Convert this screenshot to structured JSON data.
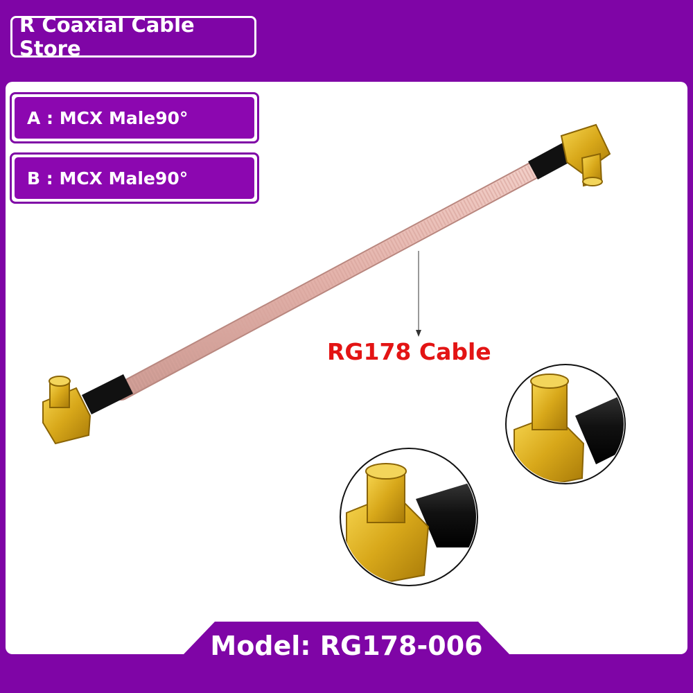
{
  "store": {
    "name": "R Coaxial Cable Store"
  },
  "specs": {
    "a": "A : MCX Male90°",
    "b": "B : MCX Male90°"
  },
  "cable": {
    "label": "RG178 Cable"
  },
  "model": {
    "text": "Model: RG178-006"
  },
  "colors": {
    "brand_purple": "#7f05a6",
    "cable_pink": "#e6b8b0",
    "connector_gold": "#e0b020",
    "label_red": "#e31414"
  }
}
